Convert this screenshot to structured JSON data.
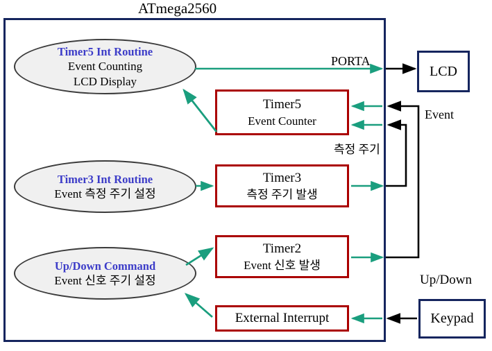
{
  "diagram": {
    "title": "ATmega2560",
    "mcu_border_color": "#15255e",
    "internal_box_color": "#aa0000",
    "external_box_color": "#15255e",
    "internal_arrow_color": "#1a9e7e",
    "external_arrow_color": "#000000",
    "routine_title_color": "#3c3cc8"
  },
  "routines": [
    {
      "title": "Timer5 Int Routine",
      "line2": "Event Counting",
      "line3": "LCD Display"
    },
    {
      "title": "Timer3 Int Routine",
      "line2": "Event 측정 주기 설정",
      "line3": ""
    },
    {
      "title": "Up/Down Command",
      "line2": "Event 신호 주기 설정",
      "line3": ""
    }
  ],
  "peripherals": [
    {
      "title": "Timer5",
      "subtitle": "Event Counter"
    },
    {
      "title": "Timer3",
      "subtitle": "측정 주기 발생"
    },
    {
      "title": "Timer2",
      "subtitle": "Event 신호 발생"
    },
    {
      "title": "External Interrupt",
      "subtitle": ""
    }
  ],
  "external_devices": [
    {
      "label": "LCD"
    },
    {
      "label": "Keypad"
    }
  ],
  "signal_labels": {
    "porta": "PORTA",
    "event": "Event",
    "measure_period": "측정 주기",
    "up_down": "Up/Down"
  }
}
